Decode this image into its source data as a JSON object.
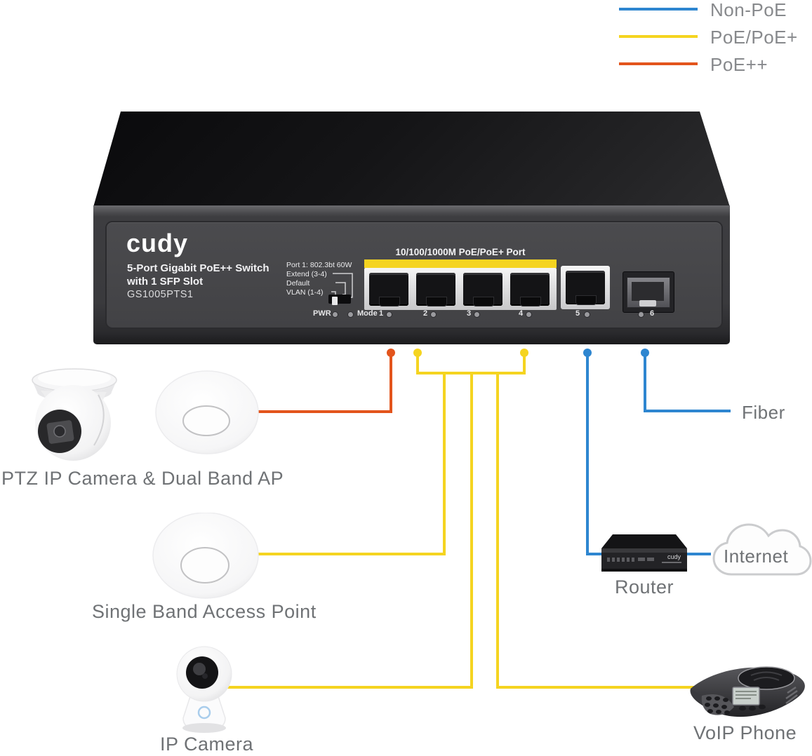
{
  "colors": {
    "blue": "#2e86d0",
    "yellow": "#f5d420",
    "orange": "#e3541c"
  },
  "legend": {
    "items": [
      {
        "label": "Non-PoE",
        "color": "#2e86d0"
      },
      {
        "label": "PoE/PoE+",
        "color": "#f5d420"
      },
      {
        "label": "PoE++",
        "color": "#e3541c"
      }
    ]
  },
  "switch": {
    "brand": "cudy",
    "title1": "5-Port Gigabit PoE++ Switch",
    "title2": "with 1 SFP Slot",
    "model": "GS1005PTS1",
    "dip1": "Port 1: 802.3bt 60W",
    "dip2": "Extend (3-4)",
    "dip3": "Default",
    "dip4": "VLAN (1-4)",
    "banner": "10/100/1000M PoE/PoE+ Port",
    "pwr": "PWR",
    "mode": "Mode",
    "ports": [
      "1",
      "2",
      "3",
      "4",
      "5",
      "6"
    ]
  },
  "devices": {
    "ptz_ap": "PTZ IP Camera & Dual Band AP",
    "single_ap": "Single Band Access Point",
    "ip_camera": "IP Camera",
    "router": "Router",
    "router_brand": "cudy",
    "internet": "Internet",
    "fiber": "Fiber",
    "voip": "VoIP Phone"
  }
}
